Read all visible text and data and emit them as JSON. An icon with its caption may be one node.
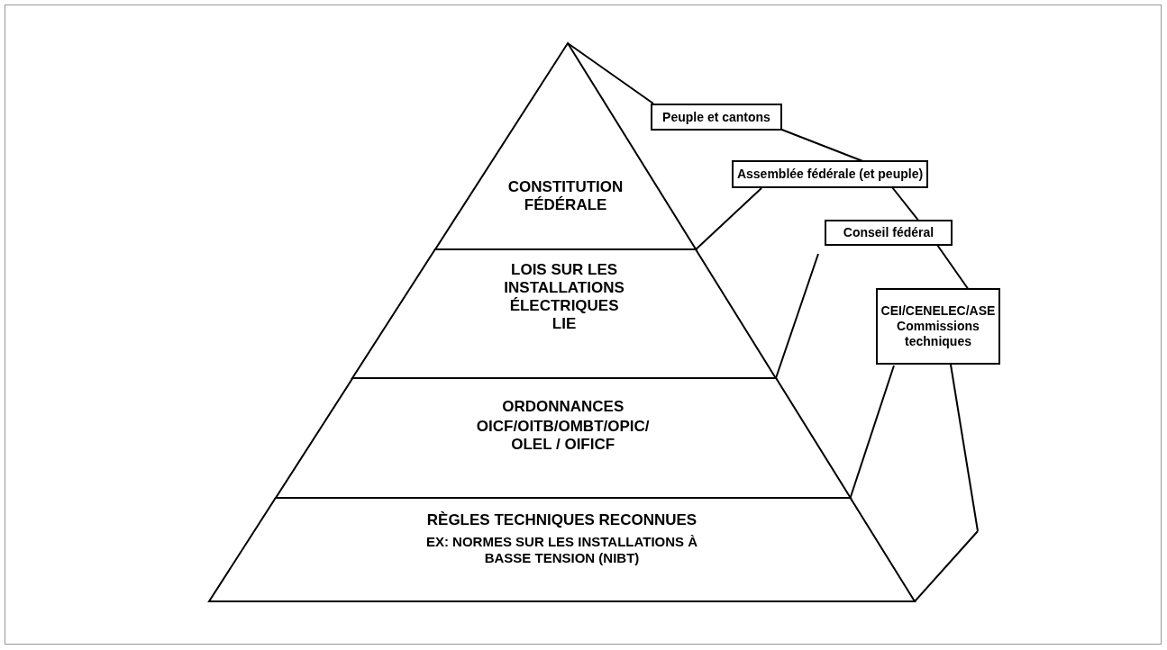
{
  "diagram": {
    "nodes": [
      {
        "text": [
          "CONSTITUTION FÉDÉRALE"
        ]
      },
      {
        "text": [
          "LOIS SUR LES INSTALLATIONS ÉLECTRIQUES LIE"
        ]
      },
      {
        "text": [
          "ORDONNANCES",
          "OICF/OITB/OMBT/OPIC/ OLEL / OIFICF"
        ]
      },
      {
        "text": [
          "RÈGLES TECHNIQUES RECONNUES",
          "EX: NORMES SUR LES INSTALLATIONS À BASSE TENSION (NIBT)"
        ]
      },
      {
        "text": [
          "Peuple et cantons"
        ]
      },
      {
        "text": [
          "Assemblée fédérale (et peuple)"
        ]
      },
      {
        "text": [
          "Conseil fédéral"
        ]
      },
      {
        "text": [
          "CEI/CENELEC/ASE Commissions techniques"
        ]
      }
    ]
  }
}
